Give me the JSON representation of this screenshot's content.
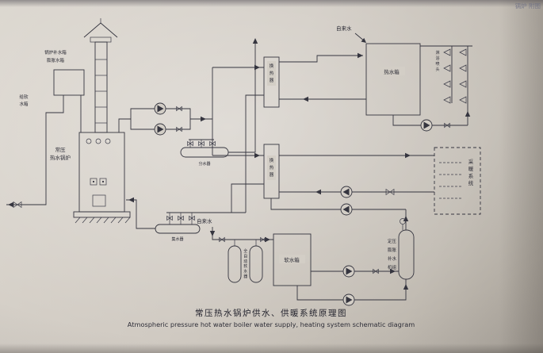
{
  "corner_note": "锅炉 附图",
  "caption": {
    "zh": "常压热水锅炉供水、供暖系统原理图",
    "en": "Atmospheric pressure hot water boiler water supply, heating system schematic diagram"
  },
  "labels": {
    "feed_tank_l1": "锅炉补水箱",
    "feed_tank_l2": "膨胀水箱",
    "to_soft_l1": "给软",
    "to_soft_l2": "水箱",
    "boiler_l1": "常压",
    "boiler_l2": "热水锅炉",
    "hx1": "换热器",
    "hx2": "换热器",
    "hot_water_tank": "热水箱",
    "showers": "淋浴喷头",
    "heating_system": "采暖系统",
    "distributor": "分水器",
    "collector": "集水器",
    "soft_water_tank": "软水箱",
    "softener": "全自动软水器",
    "makeup_l1": "定压",
    "makeup_l2": "膨胀",
    "makeup_l3": "补水",
    "makeup_l4": "机组",
    "tap_water_top": "自来水",
    "tap_water_bottom": "自来水"
  }
}
